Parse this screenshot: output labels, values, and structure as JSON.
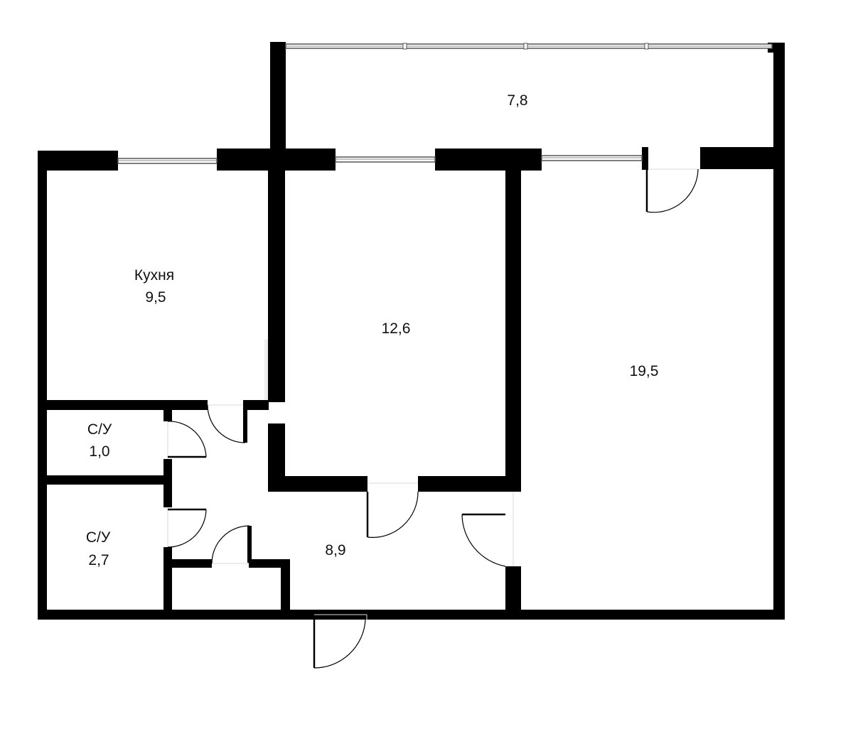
{
  "rooms": {
    "kitchen": {
      "name": "Кухня",
      "area": "9,5"
    },
    "room_middle": {
      "area": "12,6"
    },
    "room_large": {
      "area": "19,5"
    },
    "balcony": {
      "area": "7,8"
    },
    "wc_small": {
      "name": "С/У",
      "area": "1,0"
    },
    "wc_large": {
      "name": "С/У",
      "area": "2,7"
    },
    "hall": {
      "area": "8,9"
    }
  },
  "colors": {
    "wall": "#000000",
    "background": "#ffffff",
    "window": "#555555"
  }
}
